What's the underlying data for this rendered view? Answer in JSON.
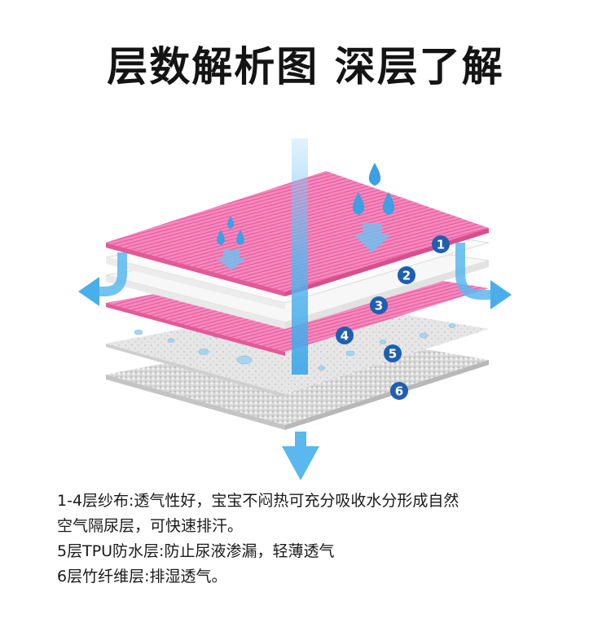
{
  "title": "层数解析图 深层了解",
  "layers": [
    {
      "number": "1",
      "name": "pink-gauze"
    },
    {
      "number": "2",
      "name": "white-gauze"
    },
    {
      "number": "3",
      "name": "pink-gauze"
    },
    {
      "number": "4",
      "name": "gray-droplet-layer"
    },
    {
      "number": "5",
      "name": "tpu-waterproof"
    },
    {
      "number": "6",
      "name": "bamboo-fiber"
    }
  ],
  "description": [
    "1-4层纱布:透气性好，宝宝不闷热可充分吸收水分形成自然",
    "空气隔尿层，可快速排汗。",
    "5层TPU防水层:防止尿液渗漏，轻薄透气",
    "6层竹纤维层:排湿透气。"
  ],
  "colors": {
    "pink": "#f07ab0",
    "arrow": "#5ab8ee",
    "badge": "#1e5fb0",
    "gray": "#dcdcdc"
  },
  "icons": [
    "water-drop-icon",
    "down-arrow-icon",
    "side-arrow-icon"
  ]
}
